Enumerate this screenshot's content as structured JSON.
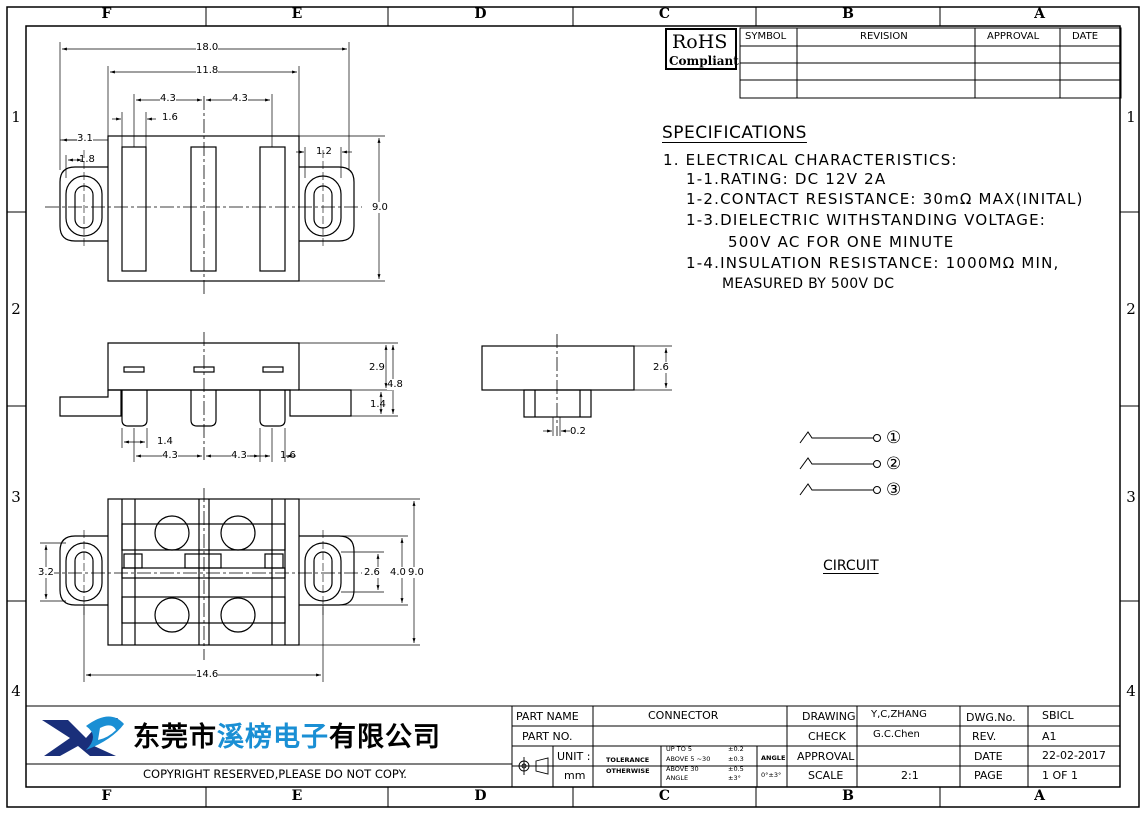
{
  "zones": {
    "columns": [
      "F",
      "E",
      "D",
      "C",
      "B",
      "A"
    ],
    "rows": [
      "1",
      "2",
      "3",
      "4"
    ]
  },
  "rohs": {
    "line1": "RoHS",
    "line2": "Compliant"
  },
  "revision_table": {
    "headers": [
      "SYMBOL",
      "REVISION",
      "APPROVAL",
      "DATE"
    ]
  },
  "specifications": {
    "title": "SPECIFICATIONS",
    "lines": [
      "1. ELECTRICAL  CHARACTERISTICS:",
      "1-1.RATING: DC 12V 2A",
      "1-2.CONTACT RESISTANCE: 30mΩ MAX(INITAL)",
      "1-3.DIELECTRIC WITHSTANDING VOLTAGE:",
      "500V AC FOR ONE MINUTE",
      "1-4.INSULATION RESISTANCE: 1000MΩ MIN,",
      "MEASURED BY 500V DC"
    ]
  },
  "circuit": {
    "label": "CIRCUIT",
    "pins": [
      "①",
      "②",
      "③"
    ]
  },
  "dimensions": {
    "top_view": [
      "18.0",
      "11.8",
      "4.3",
      "4.3",
      "1.6",
      "3.1",
      "1.8",
      "1.2",
      "9.0"
    ],
    "side_view": [
      "2.9",
      "4.8",
      "1.4",
      "1.4",
      "4.3",
      "4.3",
      "1.6"
    ],
    "end_view": [
      "2.6",
      "0.2"
    ],
    "bottom_view": [
      "3.2",
      "2.6",
      "4.0",
      "9.0",
      "14.6"
    ]
  },
  "title_block": {
    "company_prefix": "东莞市",
    "company_highlight": "溪榜电子",
    "company_suffix": "有限公司",
    "copyright": "COPYRIGHT RESERVED,PLEASE DO NOT COPY.",
    "part_name_label": "PART NAME",
    "part_name": "CONNECTOR",
    "part_no_label": "PART NO.",
    "unit_label": "UNIT :",
    "unit": "mm",
    "tolerance_label_1": "TOLERANCE",
    "tolerance_label_2": "OTHERWISE",
    "tol_rows": [
      {
        "range": "UP TO 5",
        "value": "±0.2"
      },
      {
        "range": "ABOVE 5 ~30",
        "value": "±0.3"
      },
      {
        "range": "ABOVE 30",
        "value": "±0.5"
      },
      {
        "range": "ANGLE",
        "value": "±3°"
      }
    ],
    "angle_label": "ANGLE",
    "angle_value": "0°±3°",
    "drawing_label": "DRAWING",
    "drawing_by": "Y,C,ZHANG",
    "check_label": "CHECK",
    "check_by": "G.C.Chen",
    "approval_label": "APPROVAL",
    "scale_label": "SCALE",
    "scale": "2:1",
    "dwg_no_label": "DWG.No.",
    "dwg_no": "SBICL",
    "rev_label": "REV.",
    "rev": "A1",
    "date_label": "DATE",
    "date": "22-02-2017",
    "page_label": "PAGE",
    "page": "1 OF 1"
  }
}
